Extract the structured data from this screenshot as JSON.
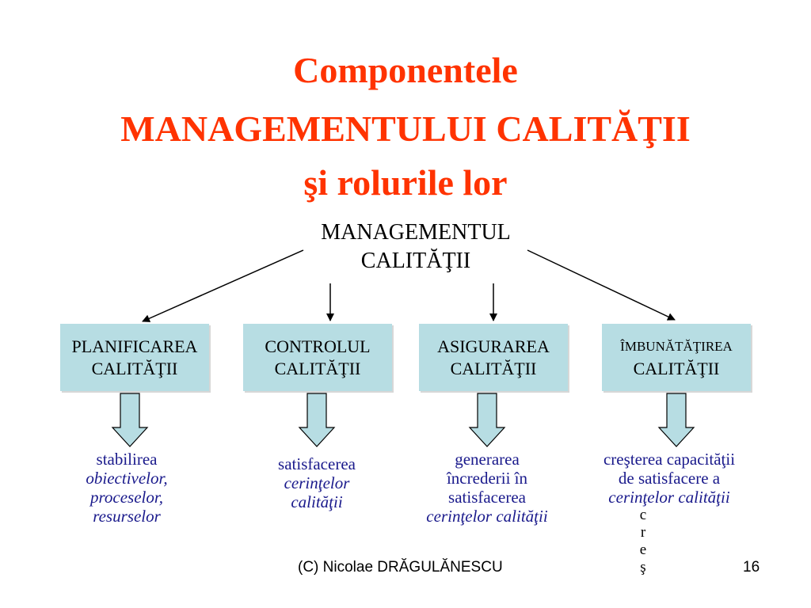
{
  "title": {
    "line1": "Componentele",
    "line2": "MANAGEMENTULUI  CALITĂŢII",
    "line3": "şi rolurile lor"
  },
  "root": {
    "line1": "MANAGEMENTUL",
    "line2": "CALITĂŢII"
  },
  "boxes": [
    {
      "line1": "PLANIFICAREA",
      "line2": "CALITĂŢII"
    },
    {
      "line1": "CONTROLUL",
      "line2": "CALITĂŢII"
    },
    {
      "line1": "ASIGURAREA",
      "line2": "CALITĂŢII"
    },
    {
      "line1": "ÎMBUNĂTĂŢIREA",
      "line2": "CALITĂŢII"
    }
  ],
  "roles": [
    {
      "lines": [
        "stabilirea",
        "obiectivelor,",
        "proceselor,",
        "resurselor"
      ]
    },
    {
      "lines": [
        "satisfacerea",
        "cerinţelor",
        "calităţii"
      ]
    },
    {
      "lines": [
        "generarea",
        "încrederii  în",
        "satisfacerea",
        "cerinţelor calităţii"
      ]
    },
    {
      "lines": [
        "creşterea capacităţii",
        "de satisfacere a",
        "cerinţelor calităţii"
      ]
    }
  ],
  "overflow_letters": [
    "c",
    "r",
    "e",
    "ş"
  ],
  "footer": {
    "credit": "(C) Nicolae DRĂGULĂNESCU",
    "page_number": "16"
  },
  "colors": {
    "title": "#ff3300",
    "box_fill": "#b7dde3",
    "role_text": "#1a1a8c",
    "down_arrow_fill": "#b7dde3"
  }
}
